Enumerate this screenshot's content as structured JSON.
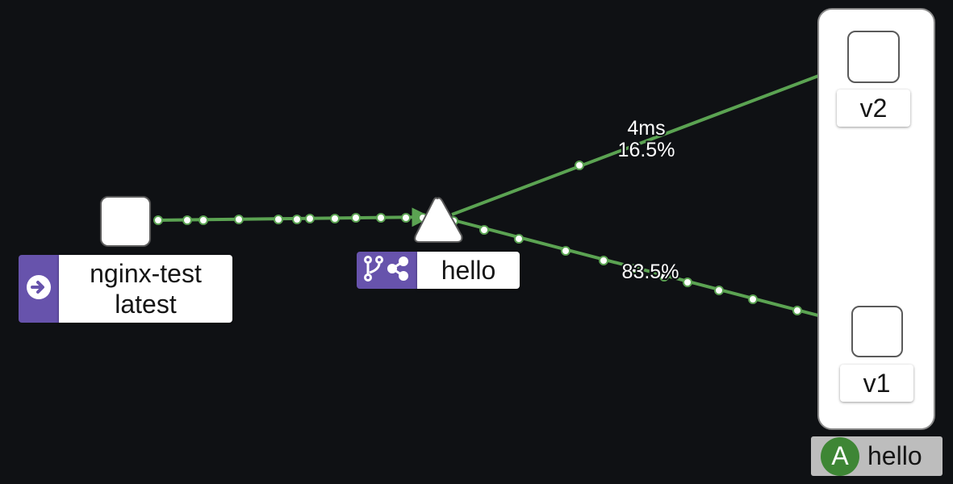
{
  "graph": {
    "edge_color": "#5ba352",
    "workload": {
      "name": "nginx-test",
      "version": "latest",
      "icon": "arrow-circle-right-icon",
      "badge_color": "#6753ac"
    },
    "service": {
      "name": "hello",
      "icon": "code-branch-share-icon",
      "badge_color": "#6753ac"
    },
    "app": {
      "name": "hello",
      "badge": "A",
      "badge_color": "#3e8635",
      "versions": [
        {
          "name": "v2"
        },
        {
          "name": "v1"
        }
      ]
    },
    "edges": {
      "to_v2": {
        "response_time": "4ms",
        "traffic": "16.5%"
      },
      "to_v1": {
        "traffic": "83.5%"
      }
    }
  }
}
